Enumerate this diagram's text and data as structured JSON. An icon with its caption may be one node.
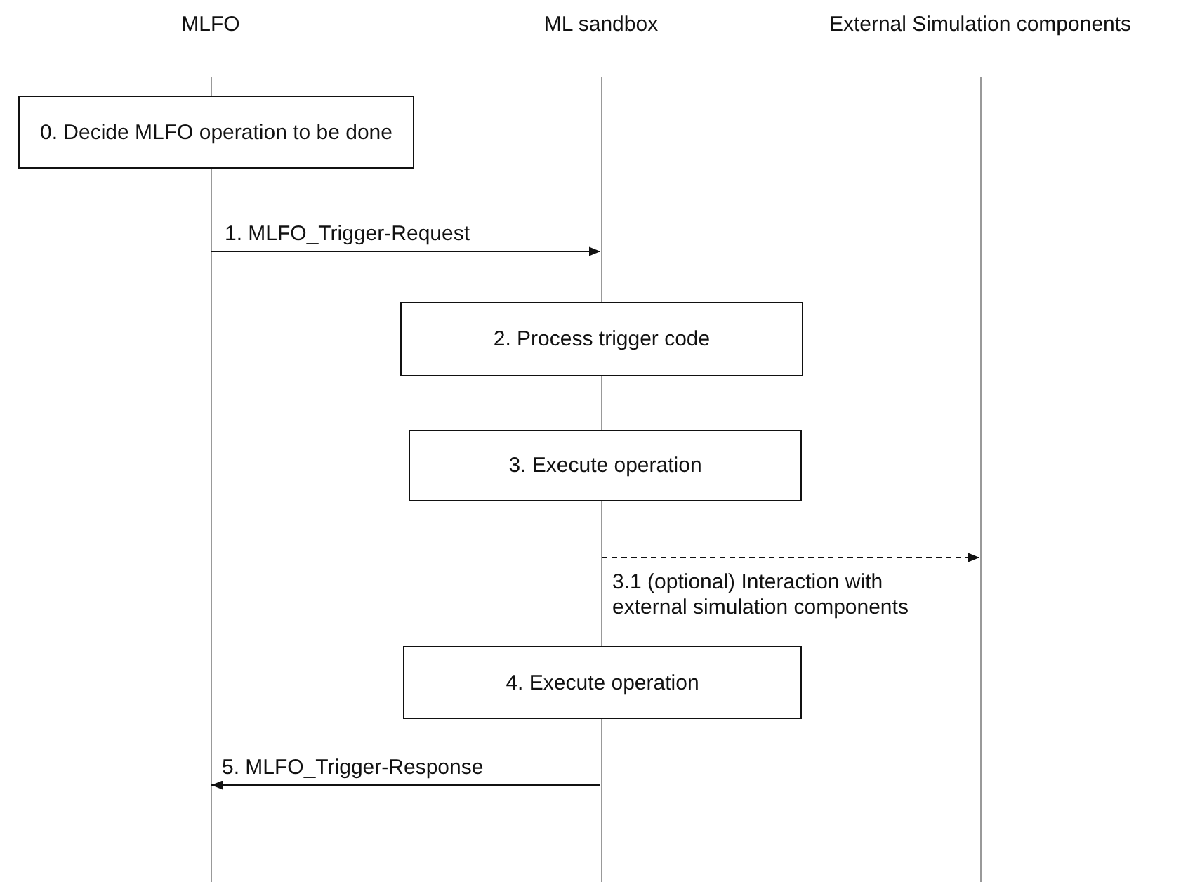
{
  "diagram": {
    "nodes": [
      {
        "text": [],
        "shape": "bar"
      },
      {
        "text": [],
        "shape": "bar"
      },
      {
        "text": [],
        "shape": "bar"
      },
      {
        "text": [
          "0. Decide MLFO operation to be done"
        ]
      },
      {
        "text": [
          "2. Process trigger code"
        ]
      },
      {
        "text": [
          "3. Execute operation"
        ]
      },
      {
        "text": [
          "4. Execute operation"
        ]
      }
    ],
    "edges": [
      {
        "from": 0,
        "to": 1,
        "arrow": "to",
        "label": "1. MLFO_Trigger-Request"
      },
      {
        "from": 1,
        "to": 2,
        "arrow": "to",
        "style": "dashed",
        "label": "3.1 (optional) Interaction with external simulation components"
      },
      {
        "from": 1,
        "to": 0,
        "arrow": "to",
        "label": "5. MLFO_Trigger-Response"
      }
    ],
    "labels": [
      "MLFO",
      "ML sandbox",
      "External Simulation components"
    ]
  }
}
